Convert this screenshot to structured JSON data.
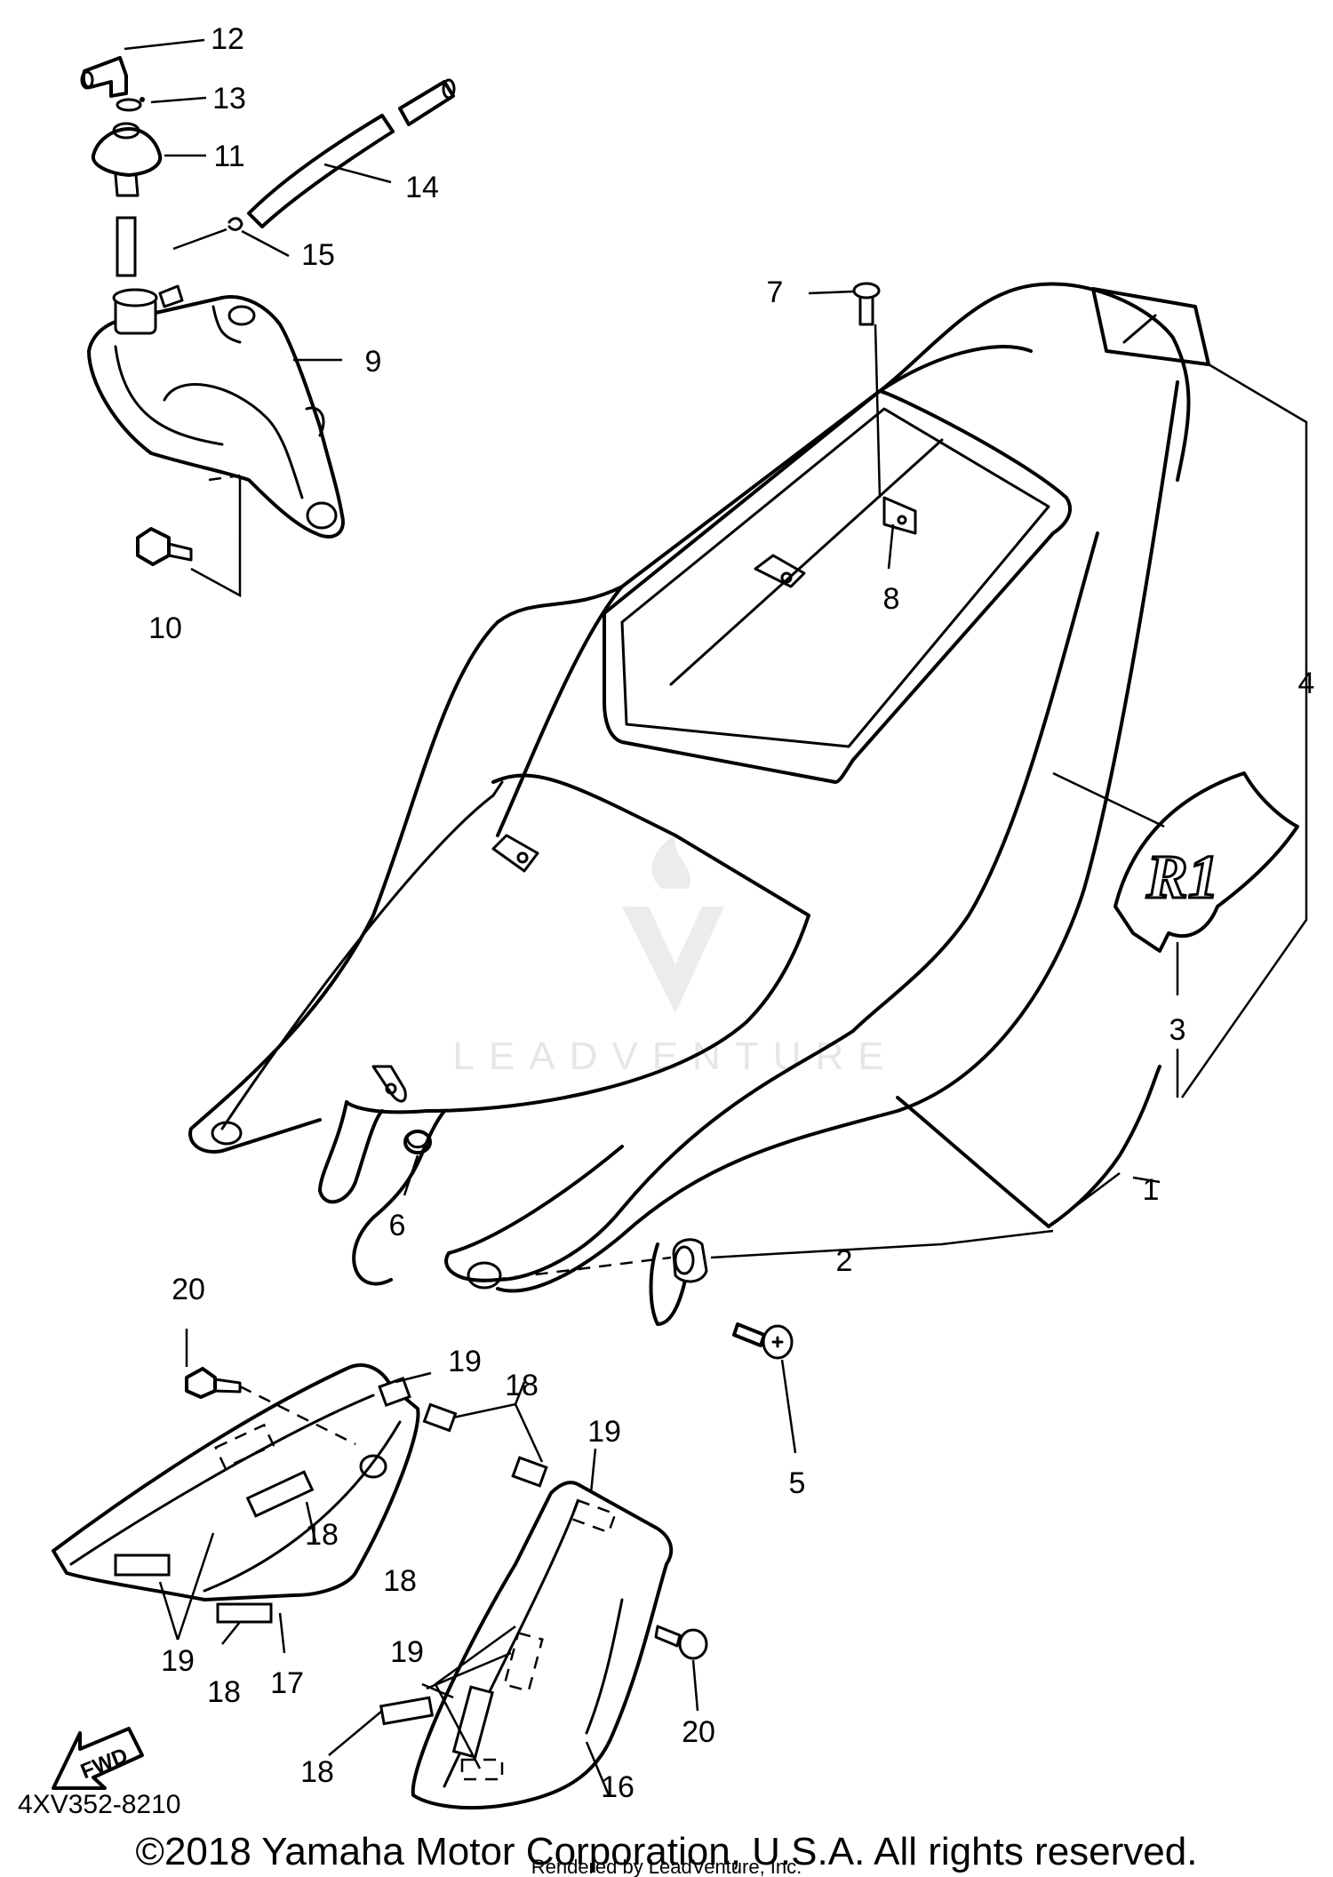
{
  "diagram": {
    "reference_code": "4XV352-8210",
    "fwd_label": "FWD",
    "decal_text": "R1",
    "watermark_text": "LEADVENTURE",
    "copyright": "©2018 Yamaha Motor Corporation, U.S.A. All rights reserved.",
    "rendered_by": "Rendered by LeadVenture, Inc."
  },
  "callouts": [
    {
      "id": "c1",
      "label": "1"
    },
    {
      "id": "c2",
      "label": "2"
    },
    {
      "id": "c3",
      "label": "3"
    },
    {
      "id": "c4",
      "label": "4"
    },
    {
      "id": "c5",
      "label": "5"
    },
    {
      "id": "c6",
      "label": "6"
    },
    {
      "id": "c7",
      "label": "7"
    },
    {
      "id": "c8",
      "label": "8"
    },
    {
      "id": "c9",
      "label": "9"
    },
    {
      "id": "c10",
      "label": "10"
    },
    {
      "id": "c11",
      "label": "11"
    },
    {
      "id": "c12",
      "label": "12"
    },
    {
      "id": "c13",
      "label": "13"
    },
    {
      "id": "c14",
      "label": "14"
    },
    {
      "id": "c15",
      "label": "15"
    },
    {
      "id": "c16",
      "label": "16"
    },
    {
      "id": "c17",
      "label": "17"
    },
    {
      "id": "c18a",
      "label": "18"
    },
    {
      "id": "c18b",
      "label": "18"
    },
    {
      "id": "c18c",
      "label": "18"
    },
    {
      "id": "c18d",
      "label": "18"
    },
    {
      "id": "c18e",
      "label": "18"
    },
    {
      "id": "c19a",
      "label": "19"
    },
    {
      "id": "c19b",
      "label": "19"
    },
    {
      "id": "c19c",
      "label": "19"
    },
    {
      "id": "c19d",
      "label": "19"
    },
    {
      "id": "c20a",
      "label": "20"
    },
    {
      "id": "c20b",
      "label": "20"
    }
  ]
}
